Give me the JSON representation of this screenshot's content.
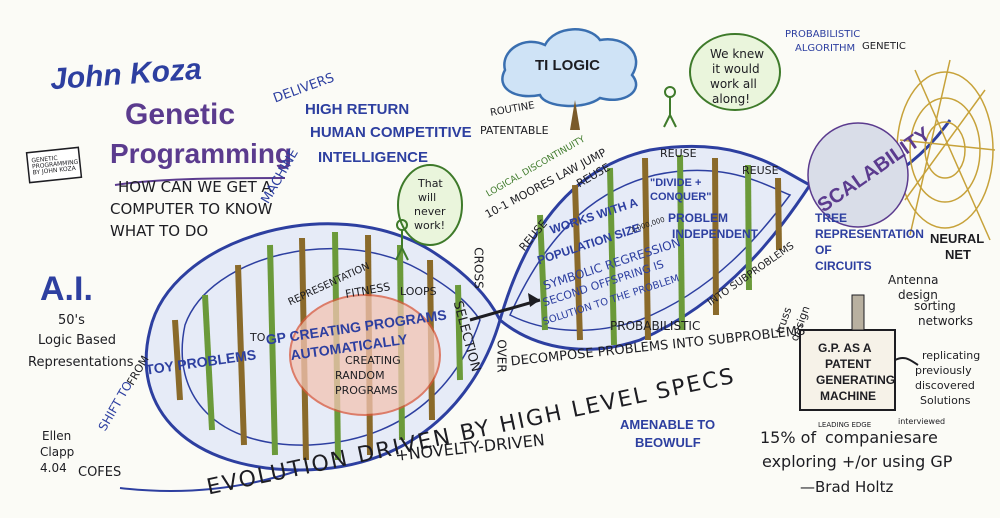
{
  "colors": {
    "ink_blue": "#2d3fa0",
    "ink_dark": "#1d1d22",
    "ink_purple": "#5b3b8e",
    "ink_green": "#3e7a2a",
    "helix_fill": "#dfe6f6",
    "rung_brown": "#8a6a2a",
    "rung_green": "#6b9a3a",
    "cloud_blue": "#7fb6e6",
    "web_gold": "#c7a23a"
  },
  "header": {
    "author": "John Koza",
    "title_line1": "Genetic",
    "title_line2": "Programming",
    "book": "GENETIC PROGRAMMING BY JOHN KOZA",
    "question": [
      "HOW CAN WE GET A",
      "COMPUTER TO KNOW",
      "WHAT TO DO"
    ]
  },
  "delivers": {
    "label": "DELIVERS",
    "machine": "MACHINE",
    "lines": [
      "HIGH RETURN",
      "HUMAN COMPETITIVE",
      "INTELLIGENCE"
    ],
    "routine": "ROUTINE",
    "patentable": "PATENTABLE"
  },
  "top": {
    "cloud": "TI LOGIC",
    "discontinuity": "LOGICAL DISCONTINUITY",
    "moores": "10-1 MOORES LAW JUMP",
    "that_will": [
      "That",
      "will",
      "never",
      "work!"
    ],
    "we_knew": [
      "We knew",
      "it would",
      "work all",
      "along!"
    ],
    "probabilistic_algorithm": [
      "PROBABILISTIC",
      "ALGORITHM"
    ],
    "genetic": "GENETIC"
  },
  "ai": {
    "label": "A.I.",
    "lines": [
      "50's",
      "Logic Based",
      "Representations"
    ],
    "shift_to": "SHIFT TO",
    "from": "FROM"
  },
  "helix_left": {
    "representation": "REPRESENTATION",
    "fitness": "FITNESS",
    "loops": "LOOPS",
    "selection": "SELECTION",
    "toy": "TOY PROBLEMS",
    "to": "TO",
    "creating_programs": "GP CREATING PROGRAMS",
    "automatically": "AUTOMATICALLY",
    "creating_random": [
      "CREATING",
      "RANDOM",
      "PROGRAMS"
    ],
    "cross": "CROSS",
    "over": "OVER"
  },
  "helix_right": {
    "reuse": "REUSE",
    "works_with": "WORKS WITH A",
    "population_size": "POPULATION SIZE",
    "pop_note": "1,000,000",
    "symbolic": "SYMBOLIC REGRESSION",
    "second": "SECOND OFFSPRING IS",
    "solution": "SOLUTION TO THE PROBLEM",
    "divide": [
      "\"DIVIDE +",
      "CONQUER\""
    ],
    "problem_independent": [
      "PROBLEM",
      "INDEPENDENT"
    ],
    "subproblems": "INTO SUBPROBLEMS",
    "probabilistic": "PROBABILISTIC",
    "decompose": "DECOMPOSE PROBLEMS INTO SUBPROBLEMS",
    "scalability": "SCALABILITY"
  },
  "right": {
    "tree": [
      "TREE",
      "REPRESENTATION",
      "OF",
      "CIRCUITS"
    ],
    "neural": [
      "NEURAL",
      "NET"
    ],
    "antenna": [
      "Antenna",
      "design"
    ],
    "sorting": [
      "sorting",
      "networks"
    ],
    "truss": [
      "truss",
      "design"
    ],
    "gp_box": [
      "G.P. AS A",
      "PATENT",
      "GENERATING",
      "MACHINE"
    ],
    "replicating": [
      "replicating",
      "previously",
      "discovered",
      "Solutions"
    ],
    "stat_main": "15% of",
    "stat_leading": "LEADING EDGE",
    "stat_companies": "companies",
    "stat_interviewed": "interviewed",
    "stat_are": "are",
    "stat_line2": "exploring +/or using GP",
    "stat_credit": "—Brad Holtz"
  },
  "bottom": {
    "evolution": "EVOLUTION DRIVEN BY HIGH LEVEL SPECS",
    "novelty": "+NOVELTY-DRIVEN",
    "amenable": [
      "AMENABLE TO",
      "BEOWULF"
    ],
    "signature": [
      "Ellen",
      "Clapp",
      "4.04"
    ],
    "cofes": "COFES"
  }
}
